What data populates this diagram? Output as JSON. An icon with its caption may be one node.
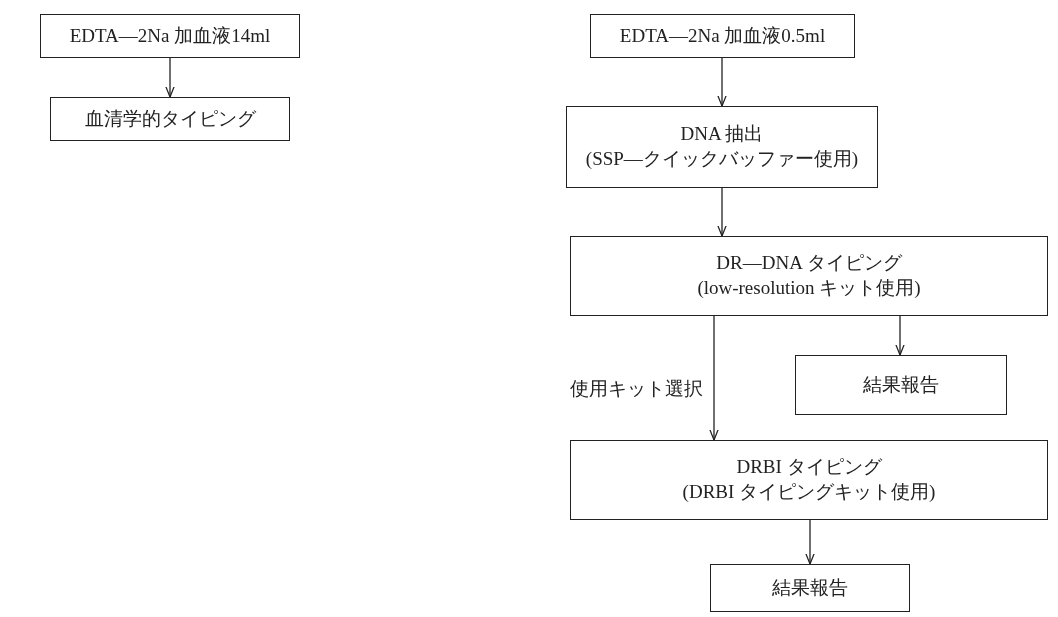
{
  "diagram": {
    "nodes": [
      {
        "text": [
          "EDTA—2Na 加血液14ml"
        ]
      },
      {
        "text": [
          "血清学的タイピング"
        ]
      },
      {
        "text": [
          "EDTA—2Na 加血液0.5ml"
        ]
      },
      {
        "text": [
          "DNA 抽出",
          "(SSP—クイックバッファー使用)"
        ]
      },
      {
        "text": [
          "DR—DNA タイピング",
          "(low-resolution キット使用)"
        ]
      },
      {
        "text": [
          "結果報告"
        ]
      },
      {
        "text": [
          "DRBI タイピング",
          "(DRBI タイピングキット使用)"
        ]
      },
      {
        "text": [
          "結果報告"
        ]
      }
    ],
    "edges": [
      {
        "from": 0,
        "to": 1,
        "arrow": "to"
      },
      {
        "from": 2,
        "to": 3,
        "arrow": "to"
      },
      {
        "from": 3,
        "to": 4,
        "arrow": "to"
      },
      {
        "from": 4,
        "to": 5,
        "arrow": "to"
      },
      {
        "from": 4,
        "to": 6,
        "arrow": "to",
        "label": "使用キット選択"
      },
      {
        "from": 6,
        "to": 7,
        "arrow": "to"
      }
    ]
  }
}
